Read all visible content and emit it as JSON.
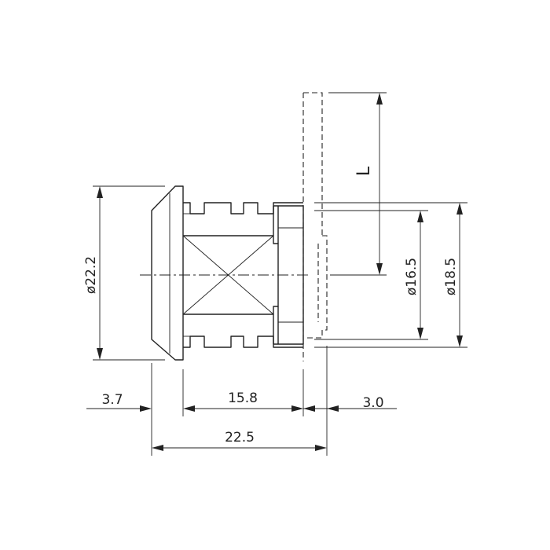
{
  "dimensions": {
    "flange_width": "3.7",
    "body_length": "15.8",
    "cam_thickness": "3.0",
    "overall_length": "22.5",
    "flange_diameter": "ø22.2",
    "body_diameter_small": "ø16.5",
    "body_diameter_large": "ø18.5",
    "cam_length": "L"
  }
}
